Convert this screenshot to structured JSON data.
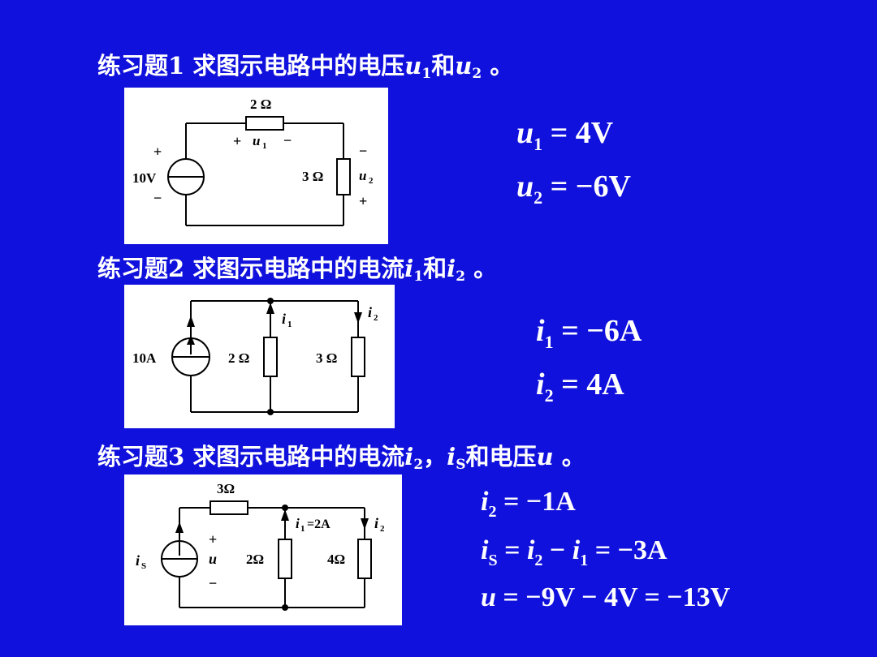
{
  "q1": {
    "prefix": "练习题1  求图示电路中的电压",
    "v1": "u",
    "s1": "1",
    "mid": "和",
    "v2": "u",
    "s2": "2",
    "suffix": " 。"
  },
  "q2": {
    "prefix": "练习题2 求图示电路中的电流",
    "v1": "i",
    "s1": "1",
    "mid": "和",
    "v2": "i",
    "s2": "2",
    "suffix": " 。"
  },
  "q3": {
    "prefix": "练习题3 求图示电路中的电流",
    "v1": "i",
    "s1": "2",
    "sep": "，",
    "v2": "i",
    "s2": "S",
    "mid": "和电压",
    "v3": "u",
    "suffix": " 。"
  },
  "c1": {
    "r_top": "2 Ω",
    "source": "10V",
    "r_right": "3 Ω",
    "plus": "+",
    "minus": "−",
    "u": "u",
    "u1sub": "1",
    "u2sub": "2"
  },
  "c2": {
    "source": "10A",
    "r1": "2 Ω",
    "r2": "3 Ω",
    "i": "i",
    "i1sub": "1",
    "i2sub": "2"
  },
  "c3": {
    "r_top": "3Ω",
    "r1": "2Ω",
    "r2": "4Ω",
    "is": "i",
    "is_sub": "S",
    "u": "u",
    "plus": "+",
    "minus": "−",
    "i": "i",
    "i1sub": "1",
    "i1val": "=2A",
    "i2sub": "2"
  },
  "answers1": [
    {
      "v": "u",
      "sub": "1",
      "rest": " = 4V"
    },
    {
      "v": "u",
      "sub": "2",
      "rest": " = −6V"
    }
  ],
  "answers2": [
    {
      "v": "i",
      "sub": "1",
      "rest": " = −6A"
    },
    {
      "v": "i",
      "sub": "2",
      "rest": " = 4A"
    }
  ],
  "answers3": {
    "a1": {
      "v": "i",
      "sub": "2",
      "rest": " = −1A"
    },
    "a2": {
      "v": "i",
      "sub": "S",
      "eq": " = ",
      "v2": "i",
      "sub2": "2",
      "op": " − ",
      "v3": "i",
      "sub3": "1",
      "rest": " = −3A"
    },
    "a3": {
      "v": "u",
      "rest": " = −9V − 4V = −13V"
    }
  }
}
